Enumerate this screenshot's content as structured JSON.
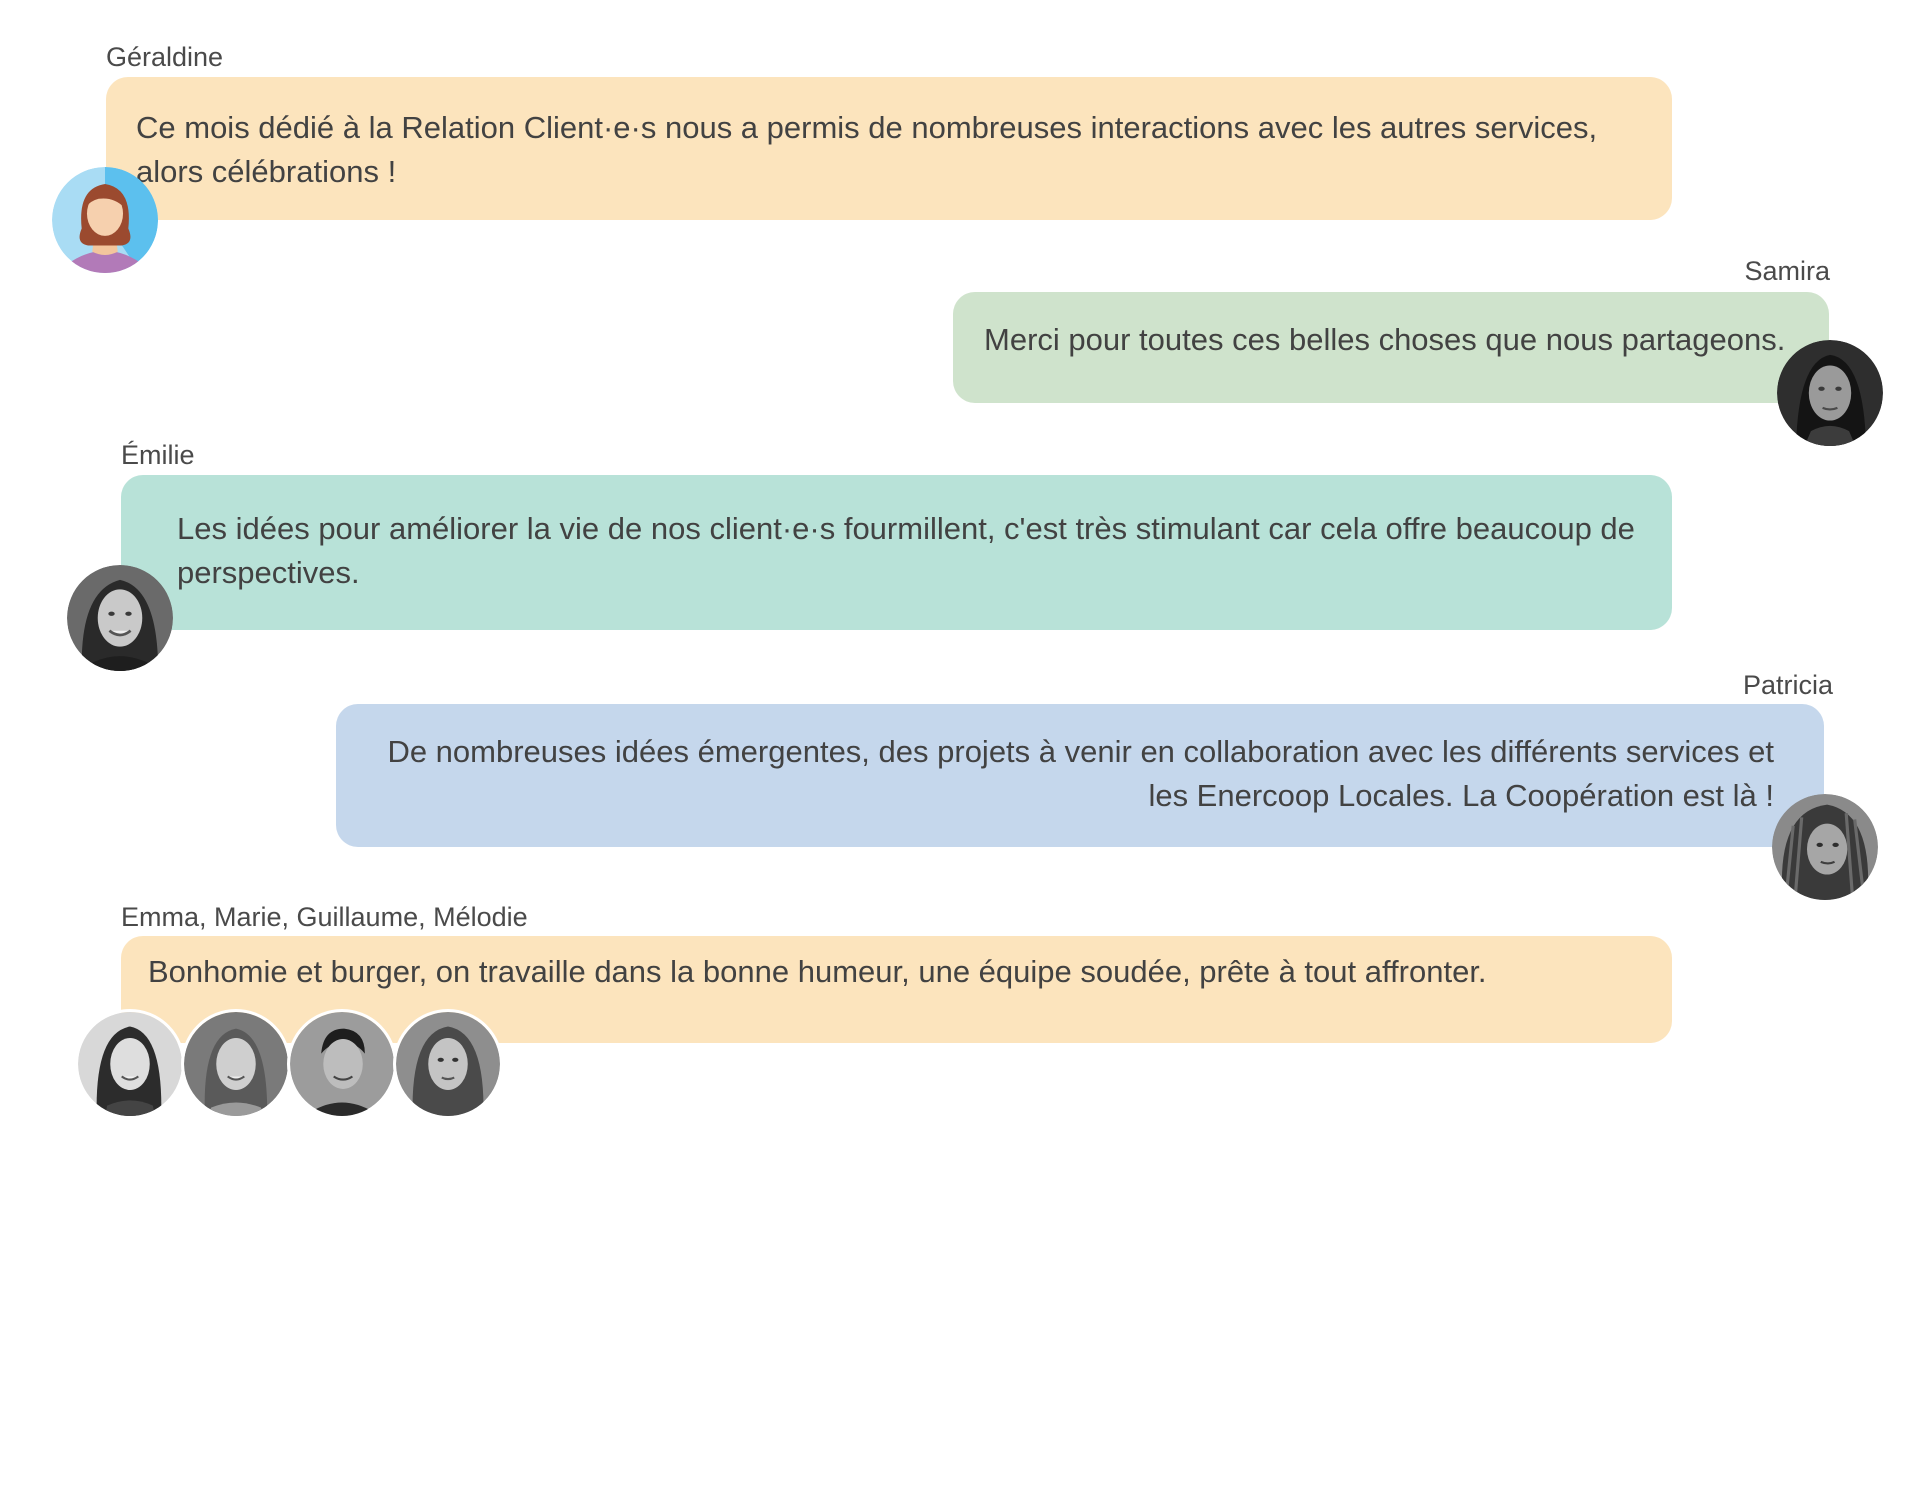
{
  "messages": [
    {
      "author": "Géraldine",
      "text": "Ce mois dédié à la Relation Client·e·s nous a permis de nombreuses interactions avec les autres services, alors célébrations !",
      "color": "#fce4bd",
      "avatar": "illustrated-woman-avatar-icon"
    },
    {
      "author": "Samira",
      "text": "Merci pour toutes ces belles choses que nous partageons.",
      "color": "#cfe3cc",
      "avatar": "samira-photo-avatar"
    },
    {
      "author": "Émilie",
      "text": "Les idées pour améliorer la vie de nos client·e·s fourmillent, c'est très stimulant car cela offre beaucoup de perspectives.",
      "color": "#b8e2d8",
      "avatar": "emilie-photo-avatar"
    },
    {
      "author": "Patricia",
      "text": "De nombreuses idées émergentes, des projets à venir en collaboration avec les différents services et les Enercoop Locales. La Coopération est là !",
      "color": "#c5d7ec",
      "avatar": "patricia-photo-avatar"
    },
    {
      "author": "Emma, Marie, Guillaume, Mélodie",
      "text": "Bonhomie et burger, on travaille dans la bonne humeur, une équipe soudée, prête à tout affronter.",
      "color": "#fce4bd",
      "avatar": "group-photo-avatars"
    }
  ]
}
